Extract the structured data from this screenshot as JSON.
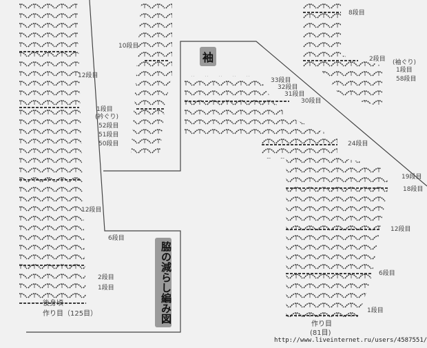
{
  "titles": {
    "sleeve": "袖",
    "side_decrease_chart": "脇の減らし編み図"
  },
  "back_body": {
    "row_labels": [
      "12段目",
      "12段目",
      "6段目",
      "2段目",
      "1段目"
    ],
    "piece": "後身頃",
    "foundation": "作り目（125目）"
  },
  "neck_strip": {
    "row_labels": [
      "10段目",
      "1段目",
      "(衿ぐり)",
      "52段目",
      "51段目",
      "50段目"
    ]
  },
  "armhole_strip": {
    "row_labels": [
      "8段目",
      "2段目",
      "(袖ぐり)",
      "1段目",
      "58段目"
    ]
  },
  "sleeve": {
    "row_labels": [
      "33段目",
      "32段目",
      "31段目",
      "30段目",
      "24段目",
      "19段目",
      "18段目",
      "12段目",
      "6段目",
      "1段目"
    ],
    "foundation": "作り目",
    "foundation_count": "(81目)"
  },
  "watermark": "http://www.liveinternet.ru/users/4587551/",
  "colors": {
    "background": "#f1f1f1",
    "stitch": "#3a3a3a",
    "title_box": "#9a9a9a"
  }
}
